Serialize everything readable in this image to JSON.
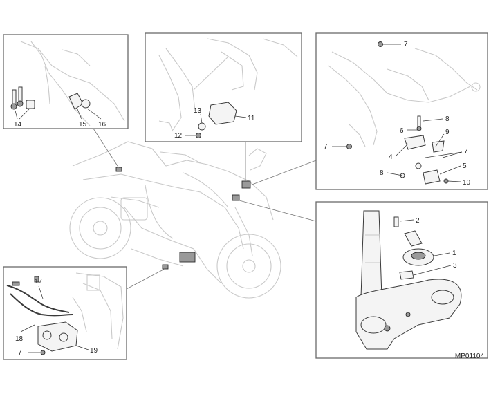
{
  "diagram": {
    "reference_code": "IMP01104",
    "panels": {
      "top_left": {
        "labels": [
          "14",
          "15",
          "16"
        ]
      },
      "top_center": {
        "labels": [
          "13",
          "11",
          "12"
        ]
      },
      "top_right": {
        "labels": [
          "7",
          "8",
          "6",
          "9",
          "7",
          "4",
          "7",
          "8",
          "5",
          "10"
        ]
      },
      "bottom_left": {
        "labels": [
          "17",
          "18",
          "7",
          "19"
        ]
      },
      "bottom_right": {
        "labels": [
          "2",
          "1",
          "3"
        ]
      }
    }
  }
}
